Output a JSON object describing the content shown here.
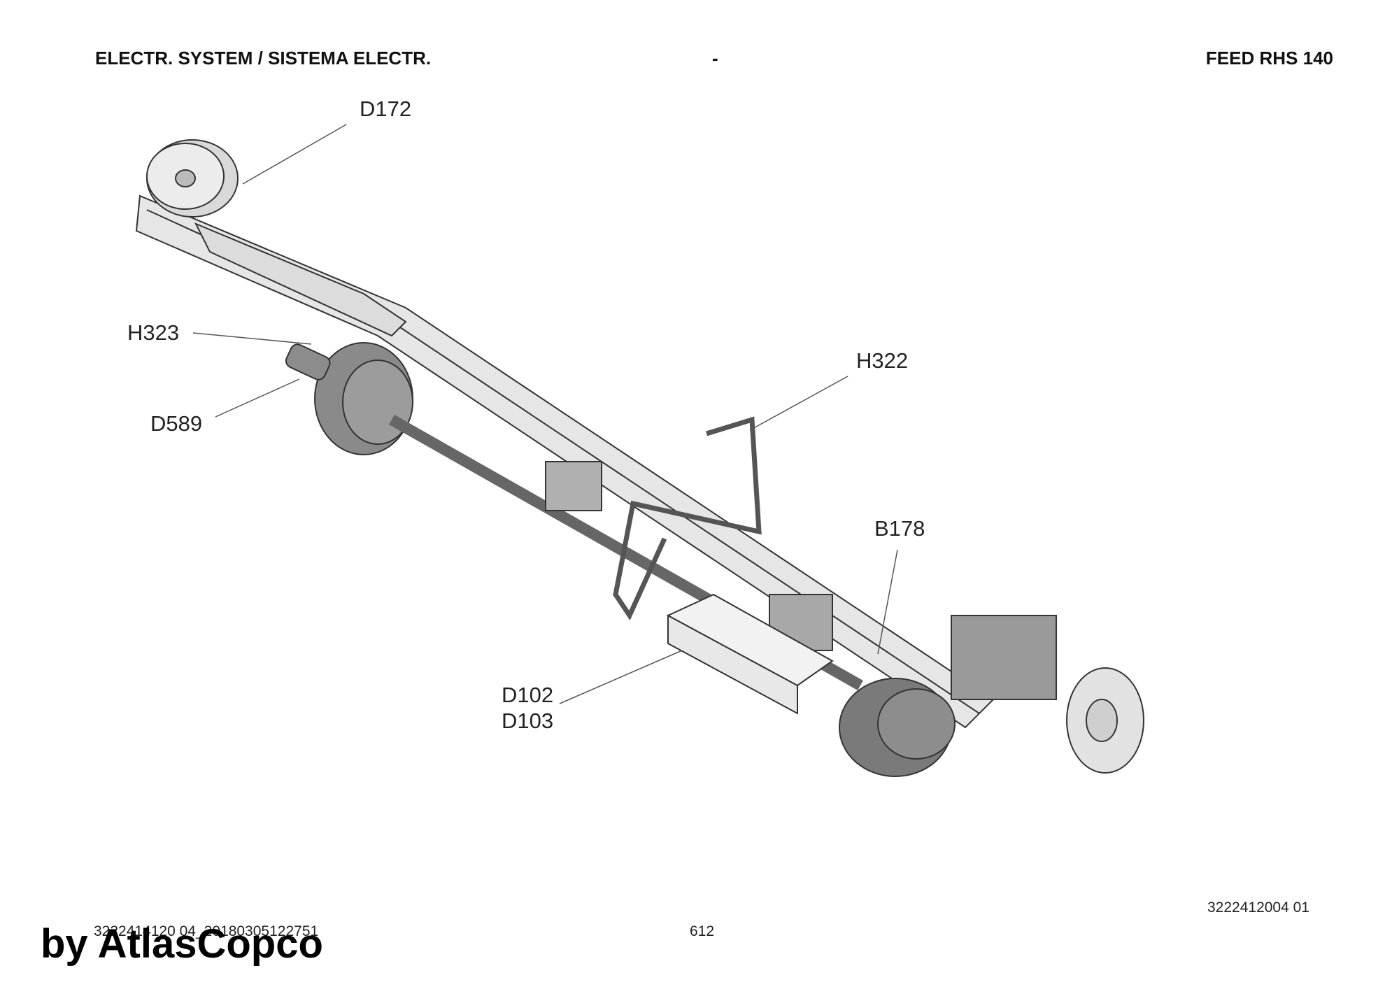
{
  "header": {
    "left": "ELECTR. SYSTEM / SISTEMA ELECTR.",
    "center": "-",
    "right": "FEED RHS 140"
  },
  "callouts": {
    "d172": "D172",
    "h323": "H323",
    "d589": "D589",
    "h322": "H322",
    "b178": "B178",
    "d102": "D102",
    "d103": "D103"
  },
  "footer": {
    "doc_number": "3222412004 01",
    "code": "3222414120 04_20180305122751",
    "page": "612",
    "watermark": "by AtlasCopco"
  },
  "colors": {
    "line": "#333333",
    "part_fill": "#d9d9d9",
    "dark_part": "#6e6e6e"
  }
}
